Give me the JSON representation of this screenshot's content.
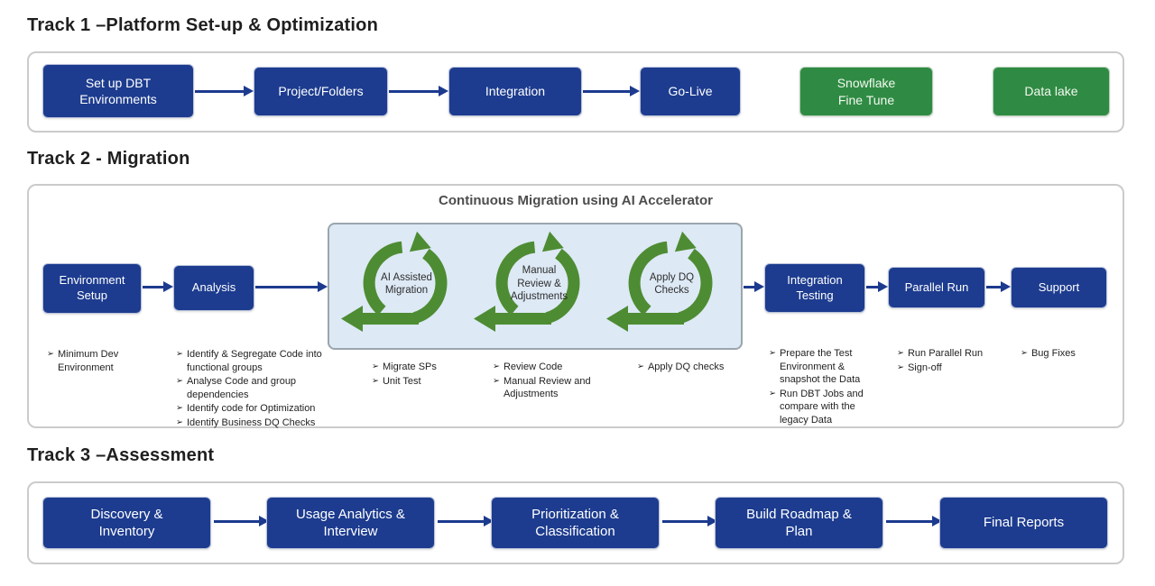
{
  "bullet_glyph": "➢",
  "colors": {
    "node_blue": "#1d3c8f",
    "node_green": "#2f8b43",
    "cycle_green": "#4e8c33",
    "arrow_navy": "#1c3a8e",
    "ai_box_bg": "#dde9f5",
    "panel_border": "#cbcbcb"
  },
  "track1": {
    "title": "Track 1 –Platform Set-up & Optimization",
    "steps": [
      "Set up DBT\nEnvironments",
      "Project/Folders",
      "Integration",
      "Go-Live"
    ],
    "side_items": [
      "Snowflake\nFine Tune",
      "Data lake"
    ]
  },
  "track2": {
    "title": "Track 2 - Migration",
    "accelerator_title": "Continuous Migration using AI Accelerator",
    "left_steps": [
      {
        "label": "Environment\nSetup",
        "bullets": [
          "Minimum Dev Environment"
        ]
      },
      {
        "label": "Analysis",
        "bullets": [
          "Identify & Segregate Code into functional groups",
          "Analyse Code and group dependencies",
          "Identify code for Optimization",
          "Identify Business DQ Checks"
        ]
      }
    ],
    "cycles": [
      {
        "label": "AI Assisted\nMigration",
        "bullets": [
          "Migrate SPs",
          "Unit Test"
        ]
      },
      {
        "label": "Manual\nReview &\nAdjustments",
        "bullets": [
          "Review Code",
          "Manual Review and Adjustments"
        ]
      },
      {
        "label": "Apply DQ\nChecks",
        "bullets": [
          "Apply DQ checks"
        ]
      }
    ],
    "right_steps": [
      {
        "label": "Integration\nTesting",
        "bullets": [
          "Prepare the Test Environment & snapshot the Data",
          "Run DBT Jobs and compare with the legacy Data"
        ]
      },
      {
        "label": "Parallel Run",
        "bullets": [
          "Run Parallel Run",
          "Sign-off"
        ]
      },
      {
        "label": "Support",
        "bullets": [
          "Bug Fixes"
        ]
      }
    ]
  },
  "track3": {
    "title": "Track 3 –Assessment",
    "steps": [
      "Discovery &\nInventory",
      "Usage Analytics &\nInterview",
      "Prioritization &\nClassification",
      "Build Roadmap &\nPlan",
      "Final Reports"
    ]
  }
}
